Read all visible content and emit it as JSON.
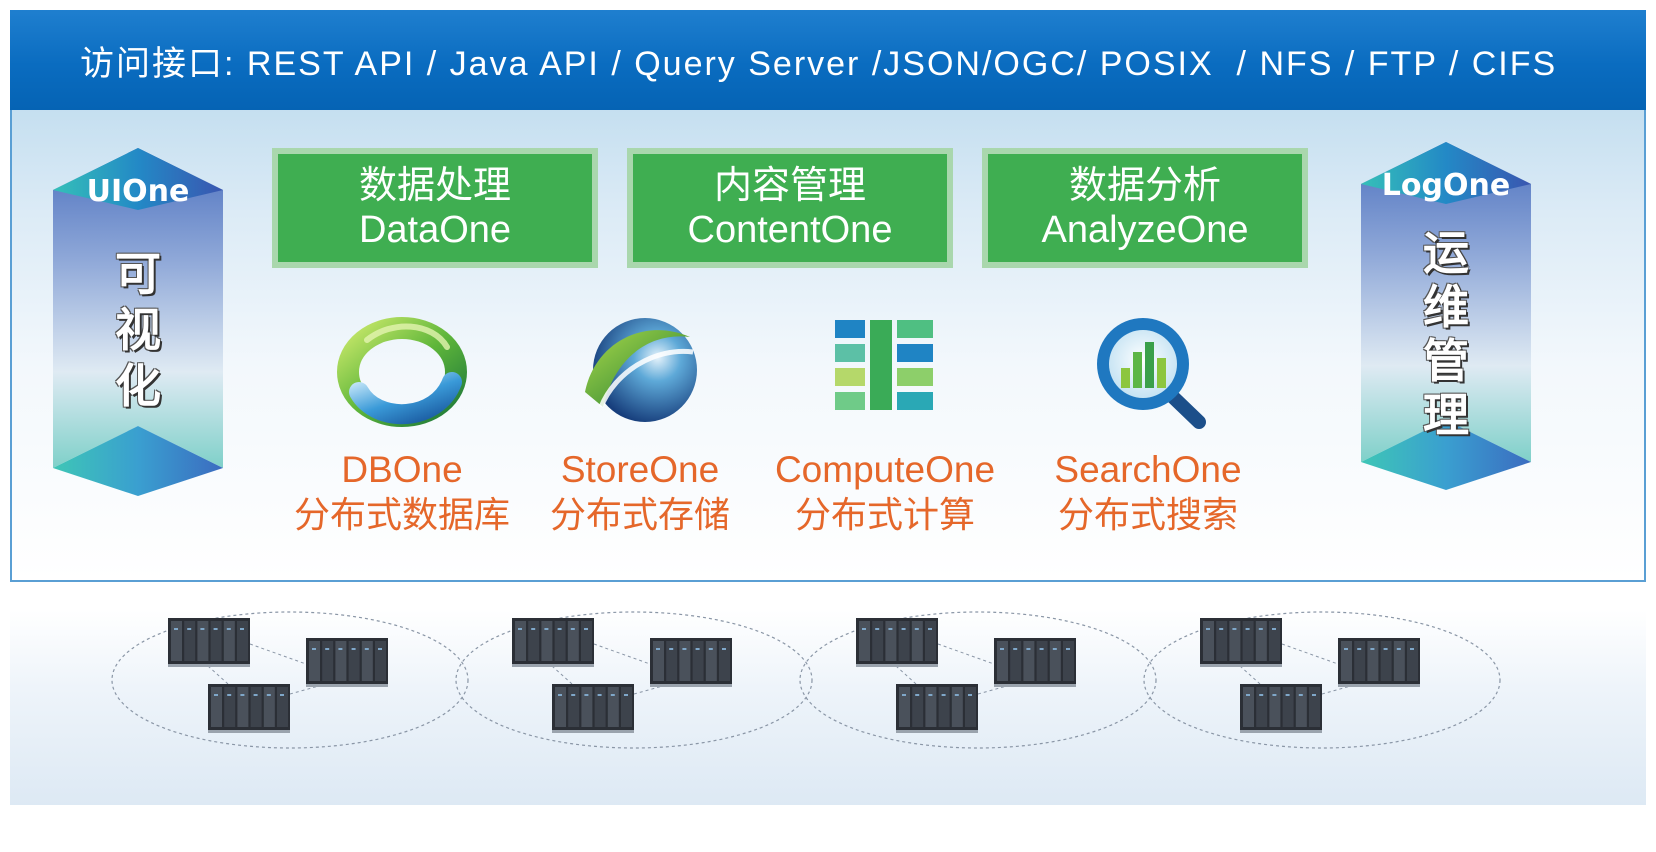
{
  "api": {
    "label": "访问接口:",
    "text": "REST API / Java API / Query Server /JSON/OGC/ POSIX  / NFS / FTP / CIFS"
  },
  "left_pillar": {
    "title": "UIOne",
    "chars": [
      "可",
      "视",
      "化"
    ]
  },
  "right_pillar": {
    "title": "LogOne",
    "chars": [
      "运",
      "维",
      "管",
      "理"
    ]
  },
  "modules": [
    {
      "zh": "数据处理",
      "en": "DataOne"
    },
    {
      "zh": "内容管理",
      "en": "ContentOne"
    },
    {
      "zh": "数据分析",
      "en": "AnalyzeOne"
    }
  ],
  "products": [
    {
      "name": "DBOne",
      "desc": "分布式数据库",
      "icon": "dbone-ring-icon"
    },
    {
      "name": "StoreOne",
      "desc": "分布式存储",
      "icon": "storeone-globe-icon"
    },
    {
      "name": "ComputeOne",
      "desc": "分布式计算",
      "icon": "computeone-blocks-icon"
    },
    {
      "name": "SearchOne",
      "desc": "分布式搜索",
      "icon": "searchone-magnifier-icon"
    }
  ],
  "colors": {
    "banner_blue": "#0a6cc0",
    "module_green": "#3fae51",
    "product_orange": "#e5672a",
    "pillar_blue": "#2a7cc9",
    "pillar_teal": "#2fb7b9"
  },
  "clusters": {
    "groups": 4,
    "servers_per_group": 3,
    "icon": "server-rack-icon"
  }
}
